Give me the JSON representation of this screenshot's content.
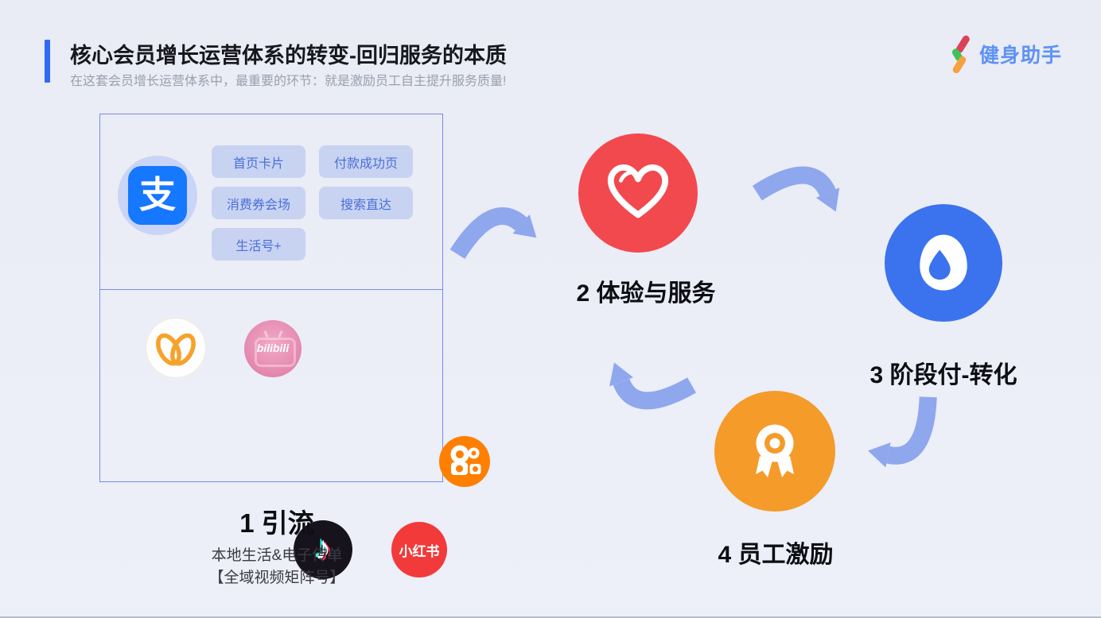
{
  "header": {
    "title": "核心会员增长运营体系的转变-回归服务的本质",
    "subtitle": "在这套会员增长运营体系中，最重要的环节：就是激励员工自主提升服务质量!"
  },
  "logo": {
    "name": "健身助手"
  },
  "funnel_box": {
    "alipay_glyph": "支",
    "alipay_buttons": [
      "首页卡片",
      "付款成功页",
      "消费券会场",
      "搜索直达",
      "生活号+"
    ],
    "apps": [
      "wechat-channels-icon",
      "bilibili-icon",
      "kuaishou-icon",
      "douyin-icon",
      "xiaohongshu-icon"
    ],
    "bilibili_wordmark": "bilibili",
    "xiaohongshu_wordmark": "小红书",
    "douyin_note_glyph": "♪"
  },
  "steps": [
    {
      "label": "1 引流",
      "sub1": "本地生活&电子传单",
      "sub2": "【全域视频矩阵号】",
      "icon": "alipay-and-apps"
    },
    {
      "label": "2 体验与服务",
      "icon": "heart-icon",
      "color": "#F2494E"
    },
    {
      "label": "3 阶段付-转化",
      "icon": "egg-drop-icon",
      "color": "#3B73EE"
    },
    {
      "label": "4 员工激励",
      "icon": "medal-icon",
      "color": "#F49B29"
    }
  ],
  "colors": {
    "background": "#ECEEF8",
    "accent_blue": "#2E6BF2",
    "logo_blue": "#5E92F5",
    "box_border": "#7A8CE4",
    "chip_bg": "#C8D3F1",
    "chip_text": "#4A6FD8",
    "alipay_blue": "#1677FF",
    "arrow_blue": "#8EA7ED",
    "heart_red": "#F2494E",
    "egg_blue": "#3B73EE",
    "medal_orange": "#F49B29"
  }
}
